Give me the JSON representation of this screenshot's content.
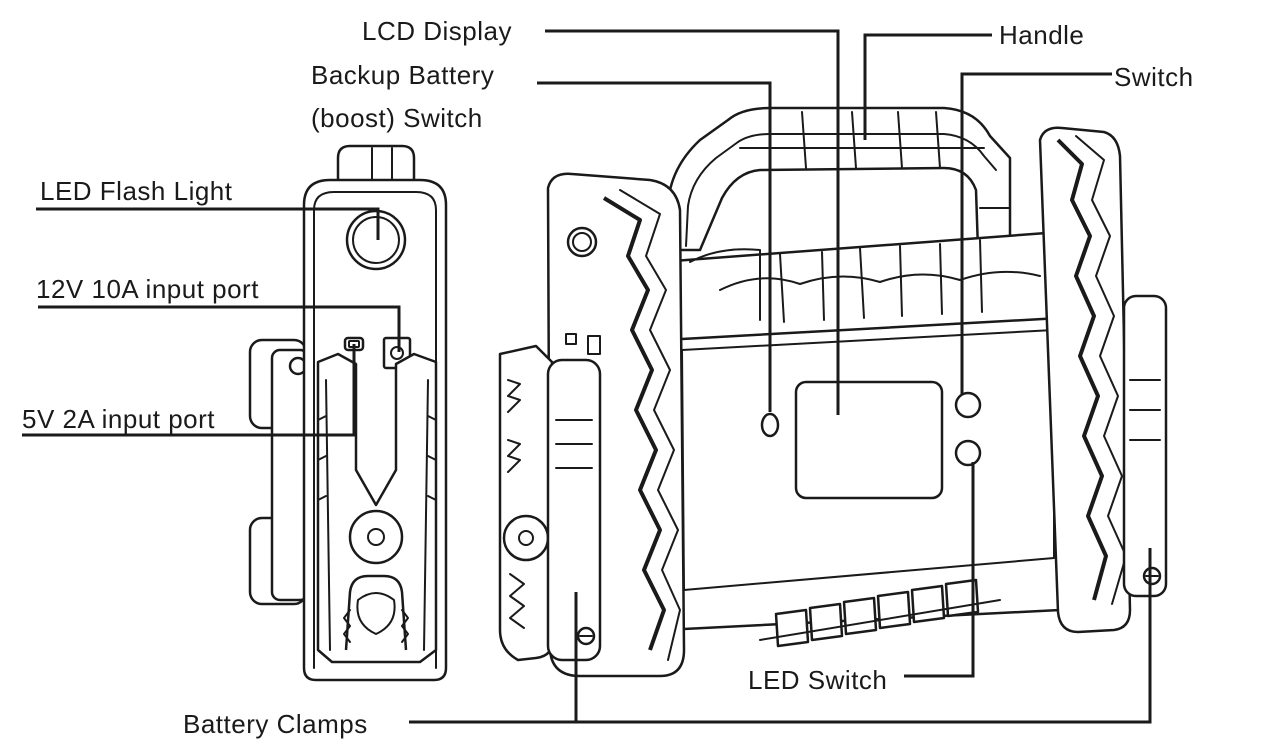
{
  "labels": {
    "lcd_display": "LCD Display",
    "handle": "Handle",
    "backup_battery_line1": "Backup Battery",
    "backup_battery_line2": "(boost) Switch",
    "switch": "Switch",
    "led_flash_light": "LED Flash Light",
    "input_12v": "12V 10A input port",
    "input_5v": "5V 2A input port",
    "led_switch": "LED Switch",
    "battery_clamps": "Battery Clamps"
  }
}
